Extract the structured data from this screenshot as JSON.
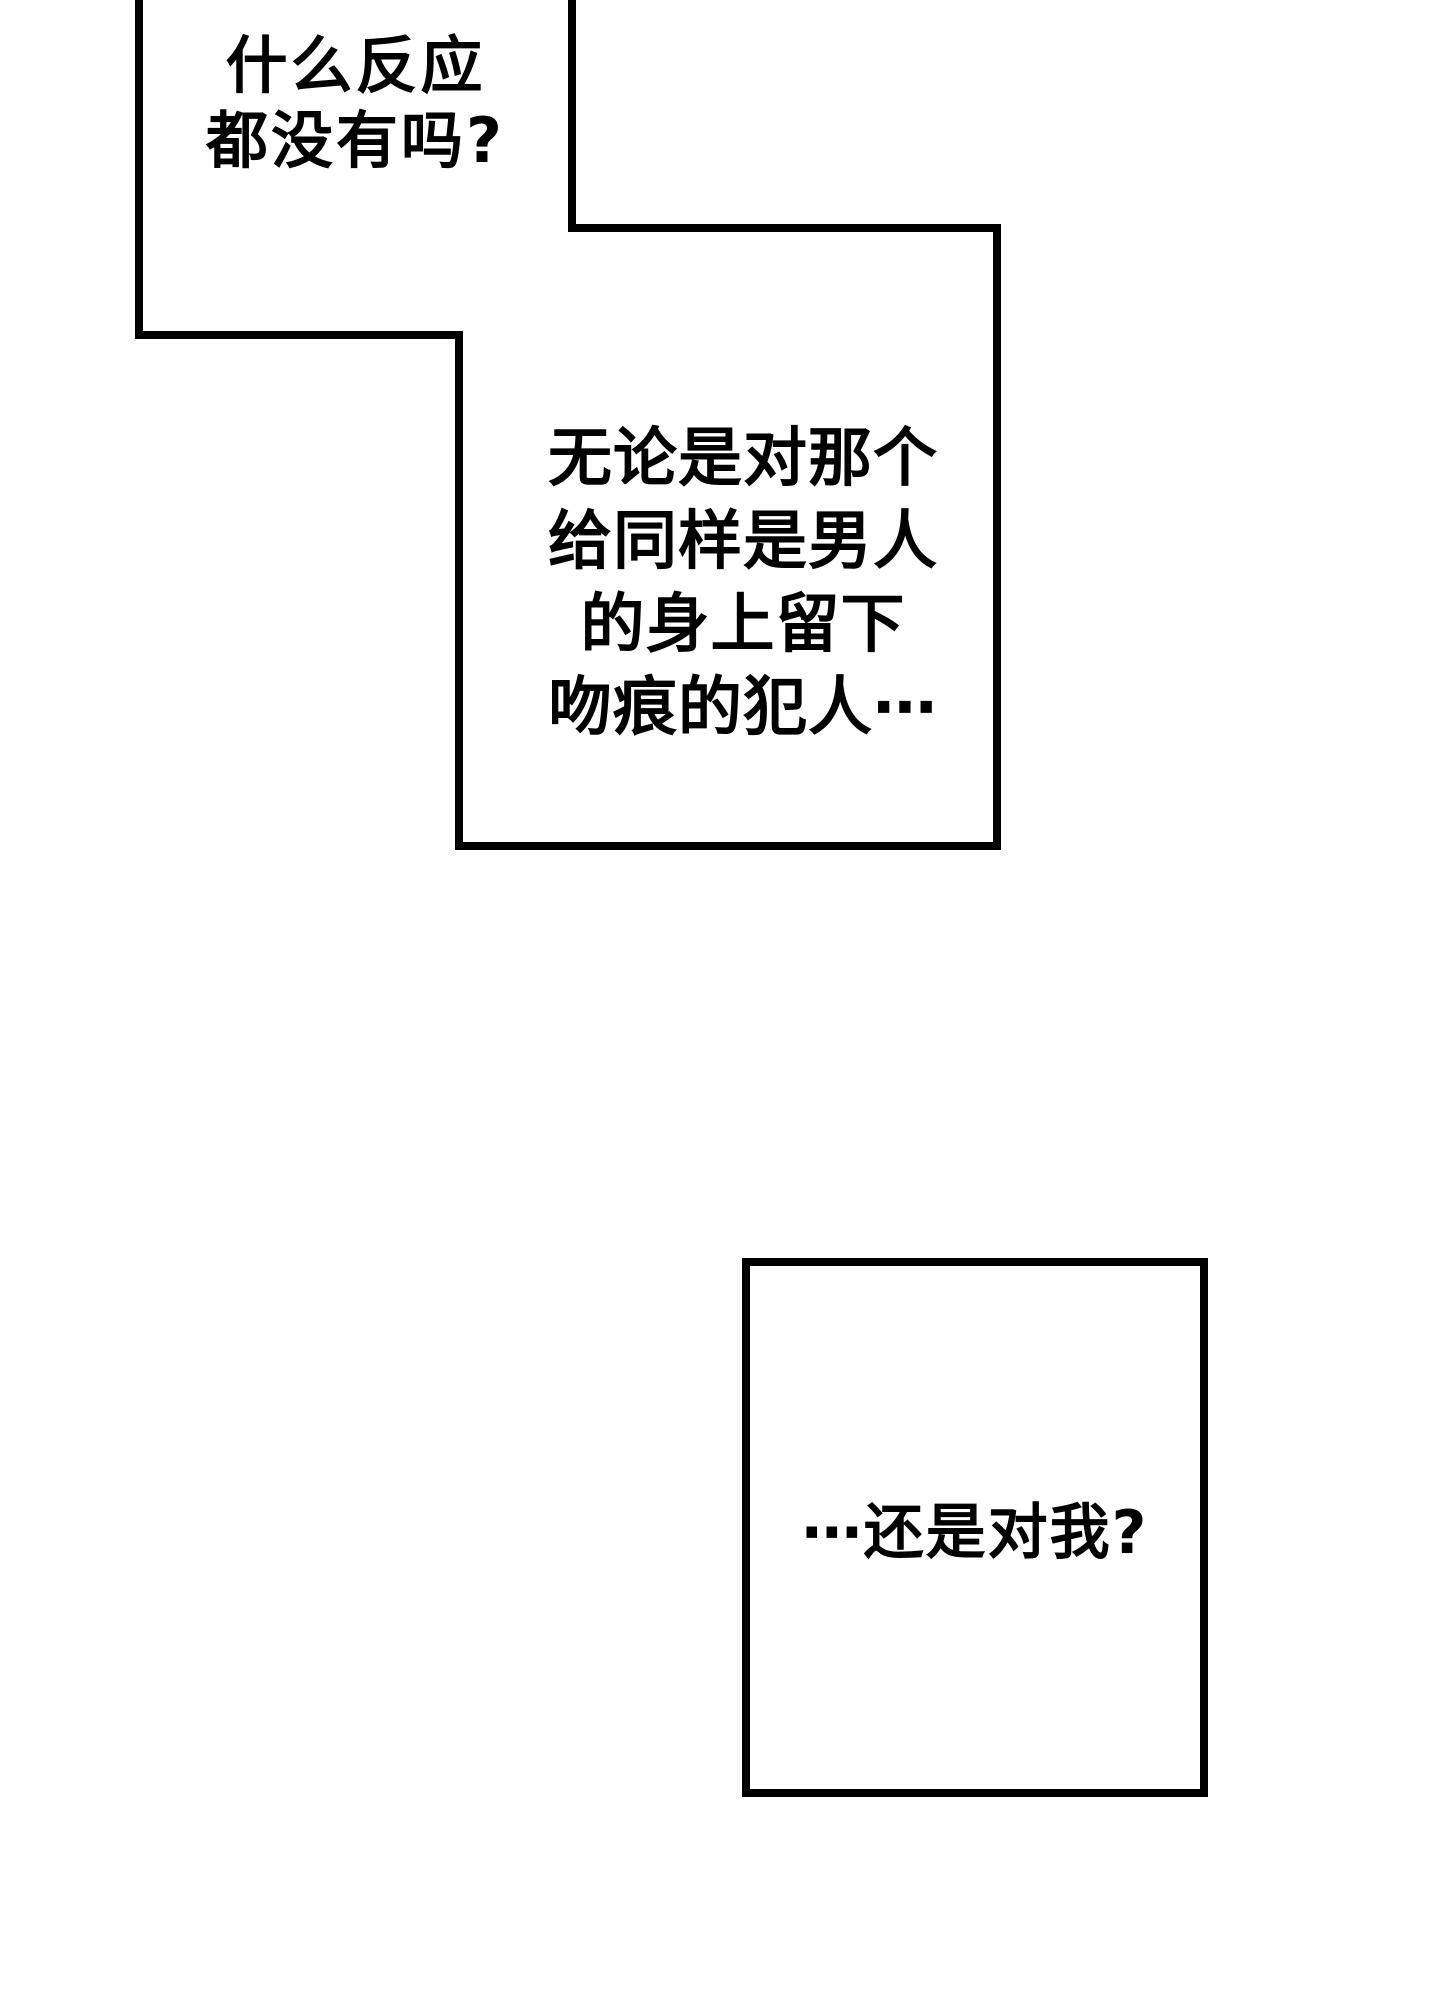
{
  "page": {
    "kind": "webtoon-comic-page",
    "background_color": "#ffffff",
    "panel_border_color": "#000000",
    "text_color": "#000000"
  },
  "panels": [
    {
      "id": "top-left",
      "lines": [
        "什么反应",
        "都没有吗?"
      ]
    },
    {
      "id": "middle",
      "lines": [
        "无论是对那个",
        "给同样是男人",
        "的身上留下",
        "吻痕的犯人⋯"
      ]
    },
    {
      "id": "bottom-right",
      "lines": [
        "⋯还是对我?"
      ]
    }
  ]
}
